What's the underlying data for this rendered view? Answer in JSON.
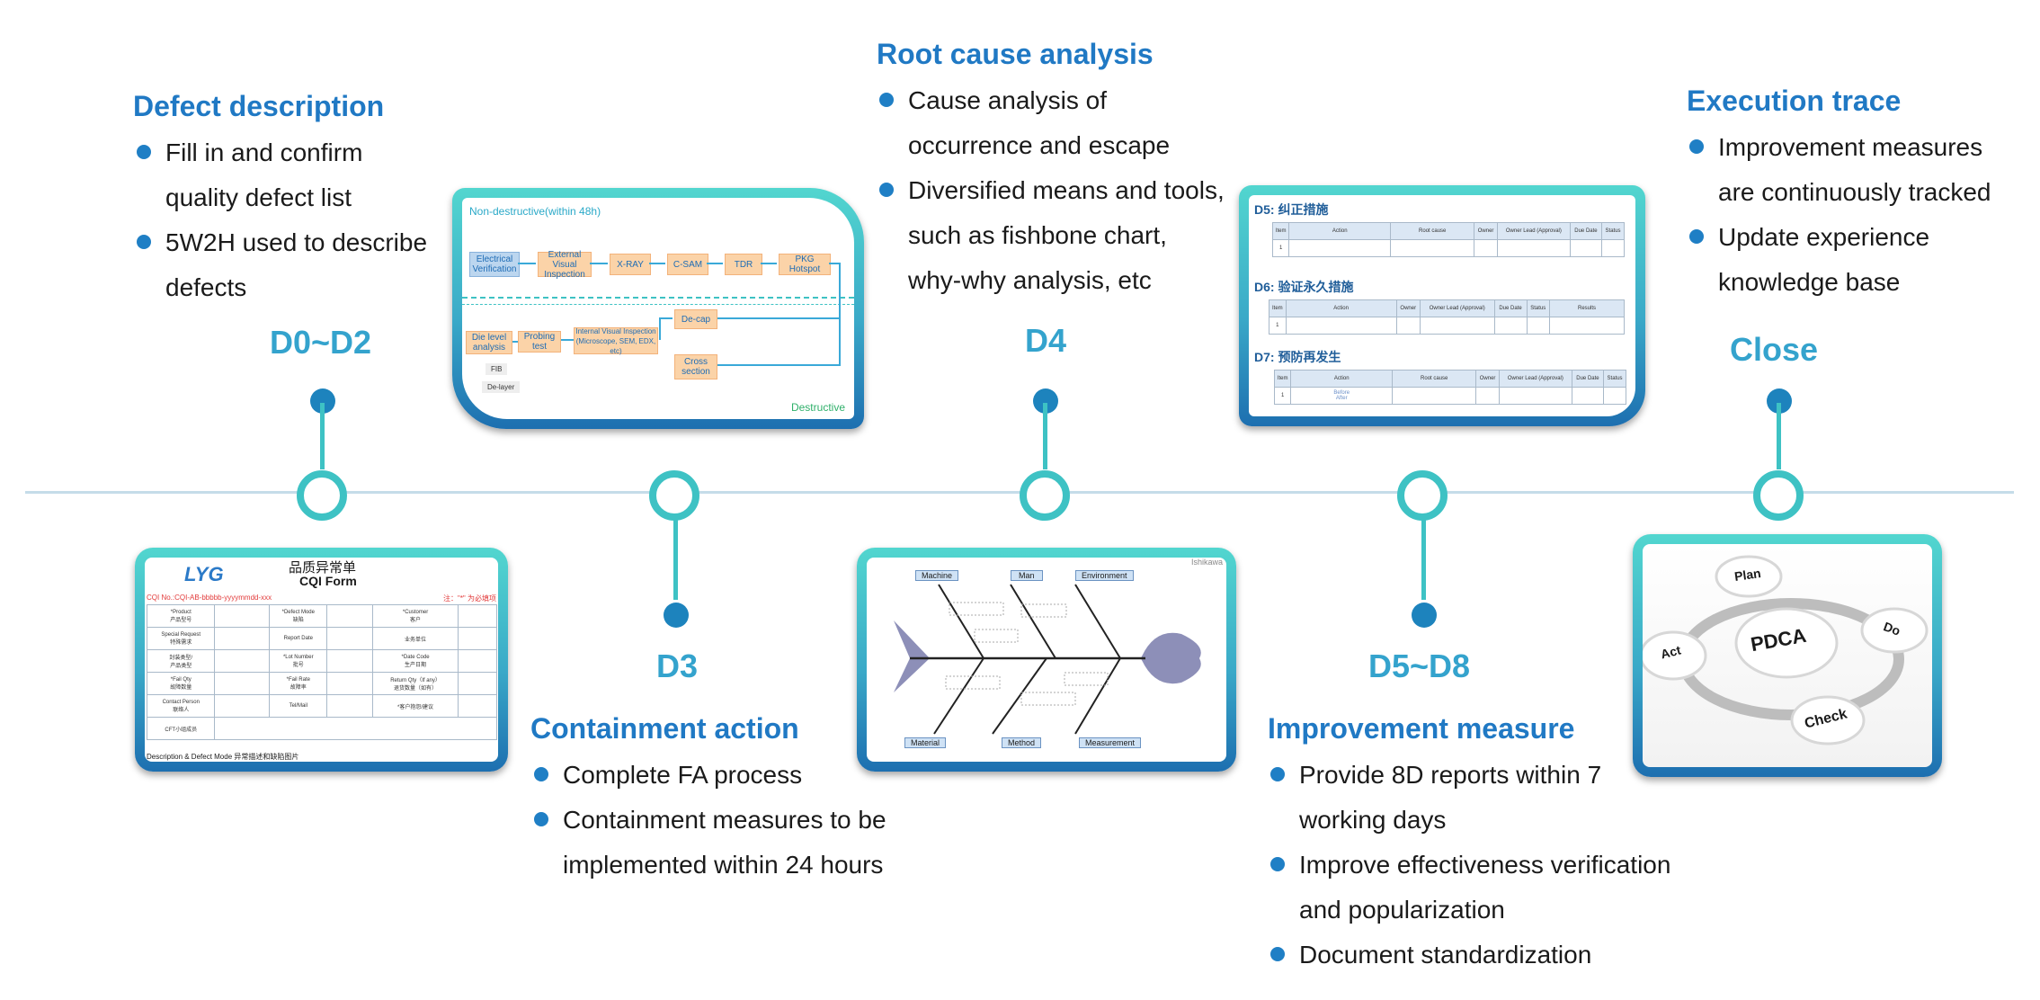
{
  "colors": {
    "accent_teal": "#3ec2c4",
    "accent_blue": "#2079c4",
    "phase_label": "#34a3cd",
    "dot": "#1d83bd"
  },
  "phases": [
    {
      "label": "D0~D2"
    },
    {
      "label": "D3"
    },
    {
      "label": "D4"
    },
    {
      "label": "D5~D8"
    },
    {
      "label": "Close"
    }
  ],
  "sections": {
    "defect": {
      "title": "Defect description",
      "bullets": [
        "Fill in and confirm\nquality defect list",
        "5W2H used to describe\ndefects"
      ]
    },
    "containment": {
      "title": "Containment action",
      "bullets": [
        "Complete FA process",
        "Containment measures to be\nimplemented within 24 hours"
      ]
    },
    "root_cause": {
      "title": "Root cause analysis",
      "bullets": [
        "Cause analysis of\noccurrence and escape",
        "Diversified means and tools,\nsuch as fishbone chart,\nwhy-why analysis, etc"
      ]
    },
    "improvement": {
      "title": "Improvement measure",
      "bullets": [
        "Provide 8D reports within 7\nworking days",
        "Improve effectiveness verification\nand popularization",
        "Document standardization"
      ]
    },
    "execution": {
      "title": "Execution trace",
      "bullets": [
        "Improvement measures\nare continuously tracked",
        "Update experience\nknowledge base"
      ]
    }
  },
  "cqi_card": {
    "logo": "LYG",
    "title_cn": "品质异常单",
    "title": "CQI Form",
    "no": "CQI No.:CQI-AB-bbbbb-yyyymmdd-xxx",
    "note": "注：\"*\" 为必填项",
    "rows": [
      [
        "*Product\n产品型号",
        "",
        "*Defect Mode\n缺陷",
        "",
        "*Customer\n客户",
        ""
      ],
      [
        "Special Request\n特殊需求",
        "",
        "Report Date",
        "",
        "业务单位",
        ""
      ],
      [
        "封装类型/\n产品类型",
        "",
        "*Lot Number\n批号",
        "",
        "*Date Code\n生产日期",
        ""
      ],
      [
        "*Fail Qty\n故障数量",
        "",
        "*Fail Rate\n故障率",
        "",
        "Return Qty（If any）\n退货数量（如有）",
        ""
      ],
      [
        "Contact Person\n联络人",
        "",
        "Tel/Mail",
        "",
        "*客户抱怨/建议",
        ""
      ],
      [
        "CFT小组成员",
        "",
        "",
        "",
        "",
        ""
      ]
    ],
    "footer": "Description & Defect Mode 异常描述和缺陷图片"
  },
  "fa_flow_card": {
    "top_label": "Non-destructive(within 48h)",
    "bottom_label": "Destructive",
    "boxes": {
      "ev": "Electrical\nVerification",
      "evi": "External Visual\nInspection",
      "xray": "X-RAY",
      "csam": "C-SAM",
      "tdr": "TDR",
      "pkg": "PKG Hotspot",
      "decap": "De-cap",
      "cross": "Cross\nsection",
      "ivi": "Internal Visual Inspection\n(Microscope, SEM, EDX, etc)",
      "probe": "Probing test",
      "die": "Die level analysis",
      "fib": "FIB",
      "delayer": "De-layer"
    }
  },
  "fishbone_card": {
    "top": [
      "Machine",
      "Man",
      "Environment"
    ],
    "bottom": [
      "Material",
      "Method",
      "Measurement"
    ],
    "corner": "Ishikawa"
  },
  "report_card": {
    "d5": "D5: 纠正措施",
    "d6": "D6: 验证永久措施",
    "d7": "D7: 预防再发生",
    "d5_headers": [
      "Item",
      "Action",
      "Root cause",
      "Owner",
      "Owner Lead (Approval)",
      "Due Date",
      "Status"
    ],
    "d6_headers": [
      "Item",
      "Action",
      "Owner",
      "Owner Lead (Approval)",
      "Due Date",
      "Status",
      "Results"
    ],
    "d7_headers": [
      "Item",
      "Action",
      "Root cause",
      "Owner",
      "Owner Lead (Approval)",
      "Due Date",
      "Status"
    ],
    "row_item": "1",
    "row_action": "Before\nAfter"
  },
  "pdca_card": {
    "center": "PDCA",
    "plan": "Plan",
    "do": "Do",
    "check": "Check",
    "act": "Act"
  }
}
